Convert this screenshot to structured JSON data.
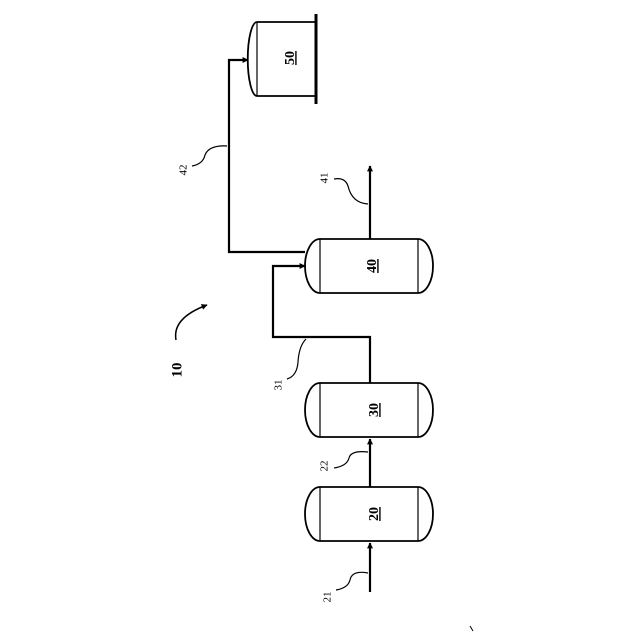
{
  "system_label": "10",
  "vessels": [
    {
      "id": "20",
      "label": "20"
    },
    {
      "id": "30",
      "label": "30"
    },
    {
      "id": "40",
      "label": "40"
    },
    {
      "id": "50",
      "label": "50"
    }
  ],
  "streams": [
    {
      "id": "21",
      "label": "21"
    },
    {
      "id": "22",
      "label": "22"
    },
    {
      "id": "31",
      "label": "31"
    },
    {
      "id": "41",
      "label": "41"
    },
    {
      "id": "42",
      "label": "42"
    }
  ]
}
